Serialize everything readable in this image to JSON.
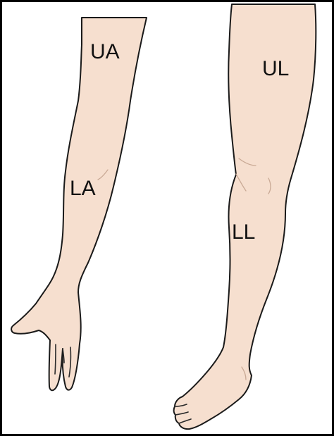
{
  "regions": {
    "upper_arm": {
      "label": "UA"
    },
    "lower_arm": {
      "label": "LA"
    },
    "upper_leg": {
      "label": "UL"
    },
    "lower_leg": {
      "label": "LL"
    }
  },
  "colors": {
    "skin": "#f6dfcf",
    "outline": "#1a1a1a",
    "frame": "#000000",
    "background": "#ffffff"
  }
}
